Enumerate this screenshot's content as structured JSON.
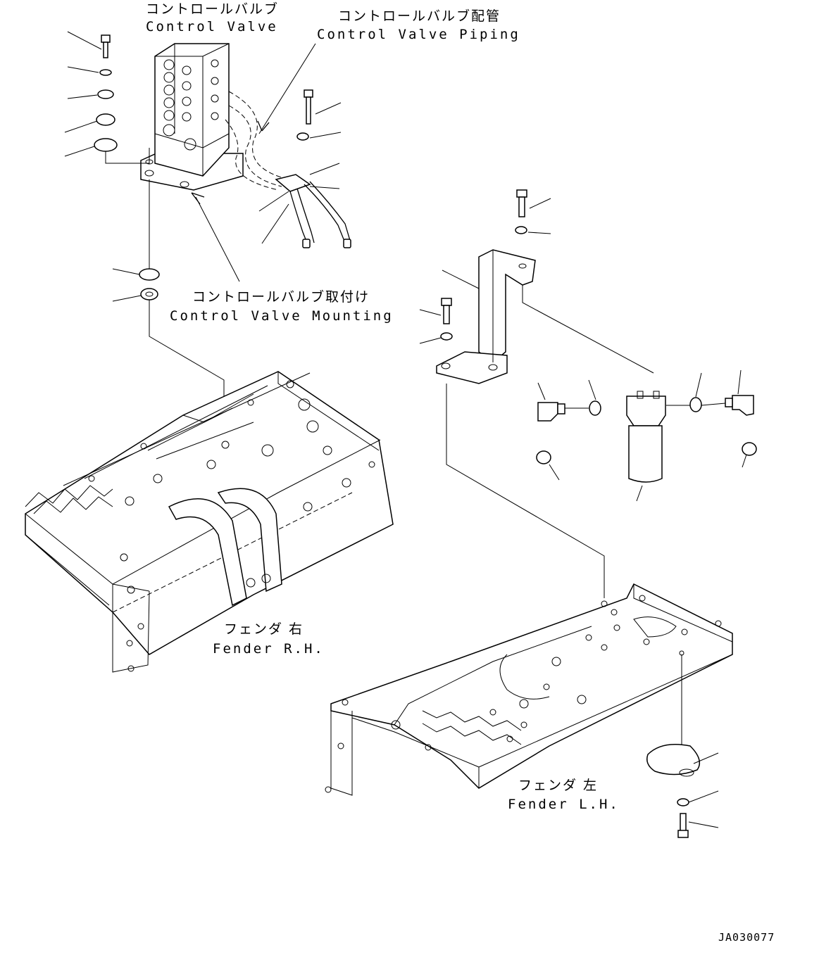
{
  "labels": {
    "control_valve_jp": "コントロールバルブ",
    "control_valve_en": "Control Valve",
    "control_valve_piping_jp": "コントロールバルブ配管",
    "control_valve_piping_en": "Control Valve Piping",
    "control_valve_mounting_jp": "コントロールバルブ取付け",
    "control_valve_mounting_en": "Control Valve Mounting",
    "fender_rh_jp": "フェンダ 右",
    "fender_rh_en": "Fender R.H.",
    "fender_lh_jp": "フェンダ 左",
    "fender_lh_en": "Fender L.H."
  },
  "drawing_code": "JA030077"
}
